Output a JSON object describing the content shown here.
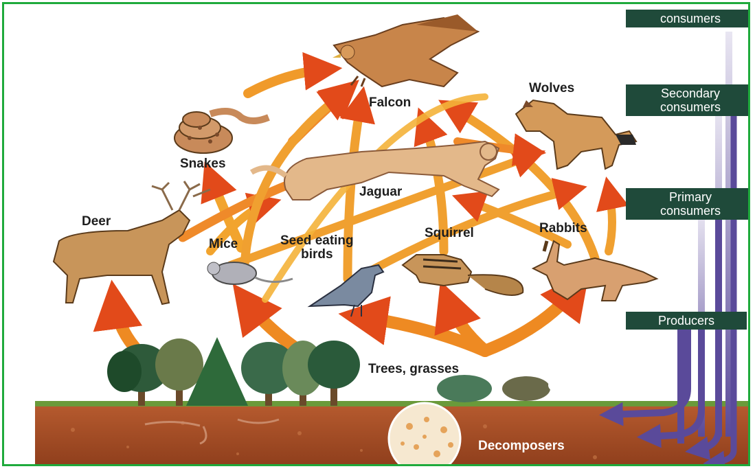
{
  "organisms": {
    "falcon": "Falcon",
    "wolves": "Wolves",
    "snakes": "Snakes",
    "jaguar": "Jaguar",
    "deer": "Deer",
    "mice": "Mice",
    "seed_birds": "Seed eating\nbirds",
    "squirrel": "Squirrel",
    "rabbits": "Rabbits",
    "plants": "Trees, grasses",
    "decomposers": "Decomposers"
  },
  "levels": {
    "tertiary": "consumers",
    "secondary": "Secondary\nconsumers",
    "primary": "Primary\nconsumers",
    "producers": "Producers"
  },
  "colors": {
    "frame": "#1faa3c",
    "level_box": "#1f4a3a",
    "soil": "#a8502a",
    "arrow_start": "#f2c230",
    "arrow_end": "#e24a1a",
    "energy_arrow": "#5a4a9a"
  },
  "icons": [
    "falcon-icon",
    "wolf-icon",
    "snake-icon",
    "jaguar-icon",
    "deer-icon",
    "mouse-icon",
    "bird-icon",
    "squirrel-icon",
    "rabbit-icon",
    "tree-icon",
    "decomposer-icon"
  ]
}
